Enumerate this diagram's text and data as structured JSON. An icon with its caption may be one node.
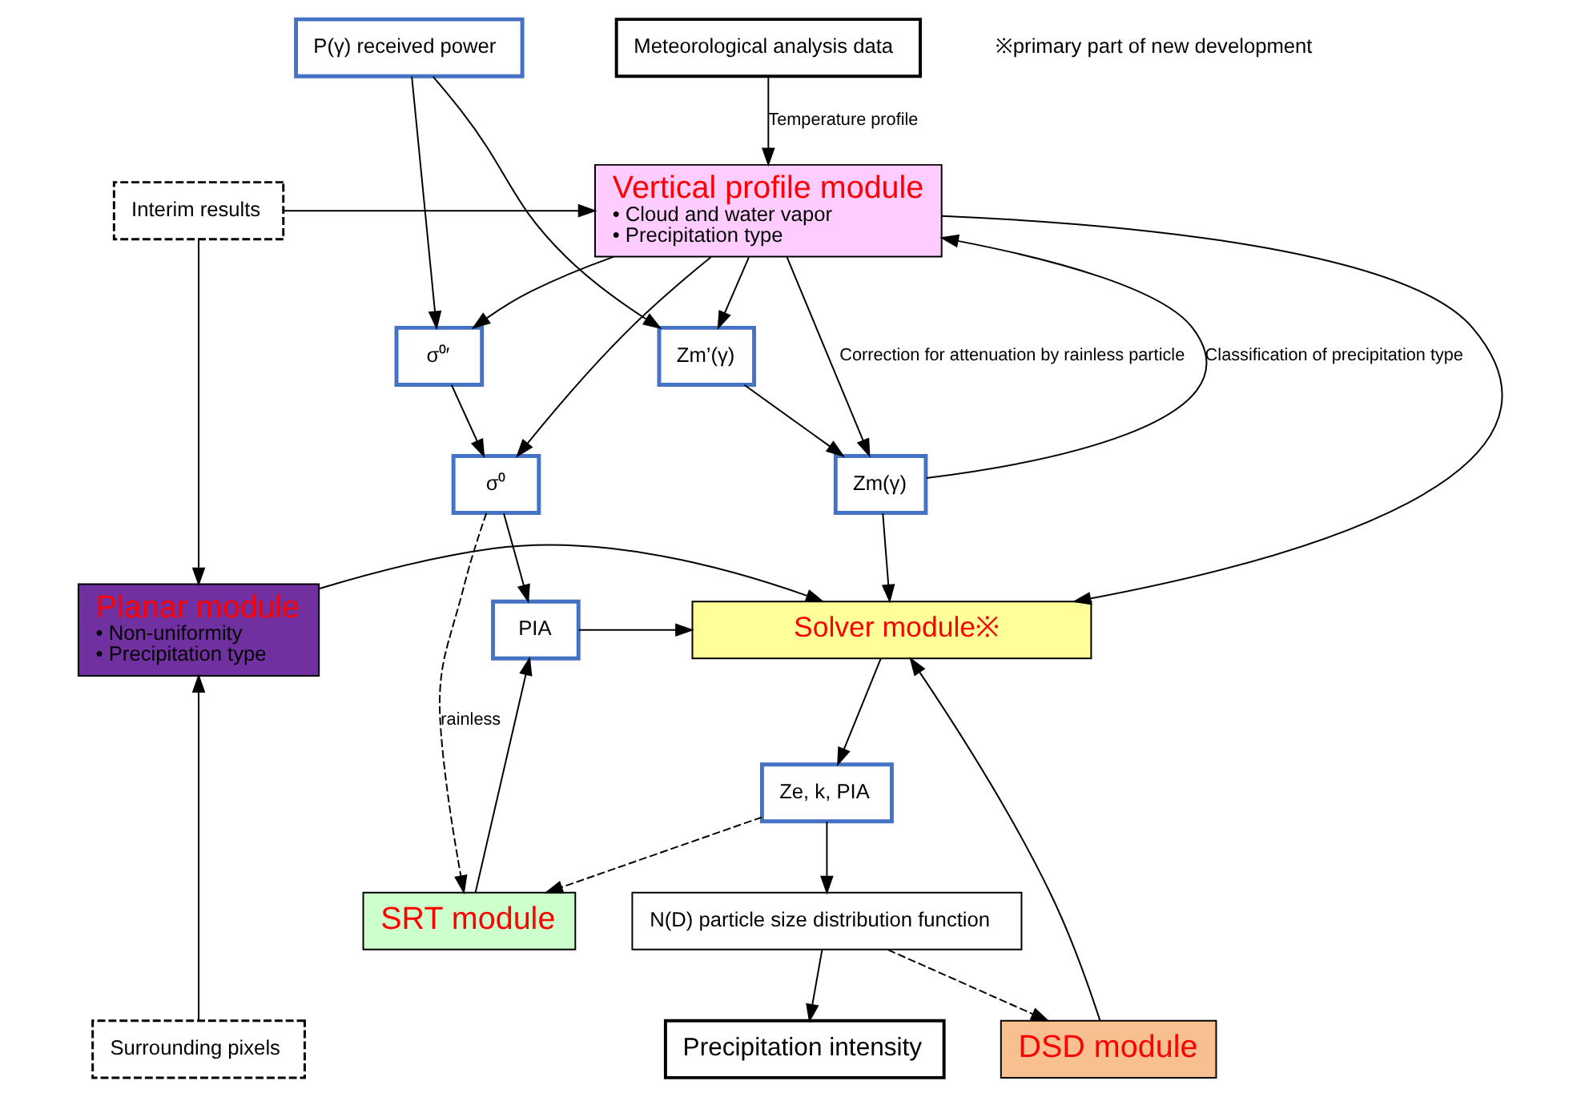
{
  "diagram": {
    "nodes": [
      {
        "text": [
          "Meteorological analysis data"
        ]
      },
      {
        "text": [
          "P(γ) received power"
        ]
      },
      {
        "text": [
          "Interim results"
        ]
      },
      {
        "text": [
          "Vertical profile module",
          "• Cloud and water vapor",
          "• Precipitation type"
        ]
      },
      {
        "text": [
          "Zm’(γ)"
        ]
      },
      {
        "text": [
          "σ⁰′"
        ]
      },
      {
        "text": [
          "Zm(γ)"
        ]
      },
      {
        "text": [
          "σ⁰"
        ]
      },
      {
        "text": [
          "Planar module",
          "• Non-uniformity",
          "• Precipitation type"
        ]
      },
      {
        "text": [
          "Solver module※"
        ]
      },
      {
        "text": [
          "PIA"
        ]
      },
      {
        "text": [
          "SRT module"
        ]
      },
      {
        "text": [
          "Ze, k, PIA"
        ]
      },
      {
        "text": [
          "Surrounding pixels"
        ]
      },
      {
        "text": [
          "DSD module"
        ]
      },
      {
        "text": [
          "N(D) particle size distribution function"
        ]
      },
      {
        "text": [
          "Precipitation intensity"
        ]
      }
    ],
    "edges": [
      {
        "from": 0,
        "to": 3,
        "arrow": "to",
        "label": "Temperature profile"
      },
      {
        "from": 1,
        "to": 4,
        "arrow": "to"
      },
      {
        "from": 1,
        "to": 5,
        "arrow": "to"
      },
      {
        "from": 2,
        "to": 3,
        "arrow": "to"
      },
      {
        "from": 2,
        "to": 8,
        "arrow": "to"
      },
      {
        "from": 3,
        "to": 4,
        "arrow": "to"
      },
      {
        "from": 3,
        "to": 5,
        "arrow": "to"
      },
      {
        "from": 4,
        "to": 6,
        "arrow": "to"
      },
      {
        "from": 5,
        "to": 7,
        "arrow": "to"
      },
      {
        "from": 3,
        "to": 6,
        "arrow": "to",
        "label": "Correction for attenuation by rainless particle"
      },
      {
        "from": 3,
        "to": 7,
        "arrow": "to"
      },
      {
        "from": 6,
        "to": 3,
        "arrow": "to",
        "label": "Classification of precipitation type"
      },
      {
        "from": 3,
        "to": 9,
        "arrow": "to"
      },
      {
        "from": 6,
        "to": 9,
        "arrow": "to"
      },
      {
        "from": 7,
        "to": 10,
        "arrow": "to"
      },
      {
        "from": 7,
        "to": 11,
        "arrow": "to",
        "label": "rainless",
        "style": "dashed"
      },
      {
        "from": 10,
        "to": 9,
        "arrow": "to"
      },
      {
        "from": 8,
        "to": 9,
        "arrow": "to"
      },
      {
        "from": 13,
        "to": 8,
        "arrow": "to"
      },
      {
        "from": 14,
        "to": 9,
        "arrow": "to"
      },
      {
        "from": 9,
        "to": 12,
        "arrow": "to"
      },
      {
        "from": 12,
        "to": 11,
        "arrow": "to",
        "style": "dashed"
      },
      {
        "from": 11,
        "to": 10,
        "arrow": "to"
      },
      {
        "from": 12,
        "to": 15,
        "arrow": "to"
      },
      {
        "from": 15,
        "to": 14,
        "arrow": "to",
        "style": "dashed"
      },
      {
        "from": 15,
        "to": 16,
        "arrow": "to"
      }
    ],
    "labels": [
      "※primary part of new development"
    ]
  }
}
